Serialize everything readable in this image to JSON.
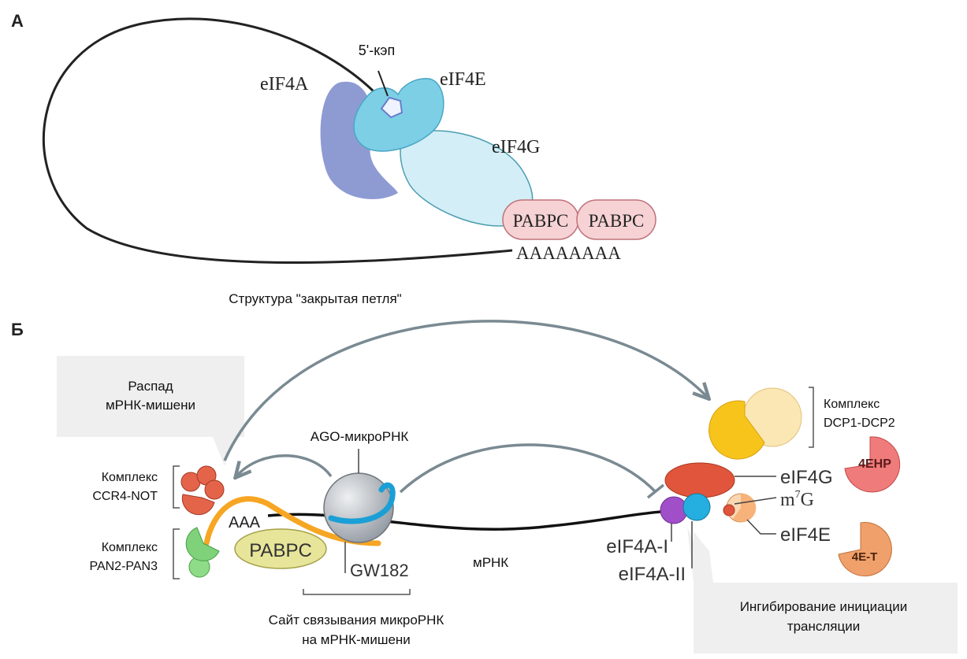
{
  "panel_a": {
    "letter": "А",
    "cap_label": "5'-кэп",
    "eif4a": "eIF4A",
    "eif4e": "eIF4E",
    "eif4g": "eIF4G",
    "pabpc_1": "PABPC",
    "pabpc_2": "PABPC",
    "polya": "AAAAAAAA",
    "caption": "Структура \"закрытая петля\""
  },
  "panel_b": {
    "letter": "Б",
    "decay_line1": "Распад",
    "decay_line2": "мРНК-мишени",
    "ago_label": "AGO-микроРНК",
    "ccr4_line1": "Комплекс",
    "ccr4_line2": "CCR4-NOT",
    "pan_line1": "Комплекс",
    "pan_line2": "PAN2-PAN3",
    "aaa": "AAA",
    "pabpc": "PABPC",
    "gw182": "GW182",
    "mrna": "мРНК",
    "site_line1": "Сайт связывания микроРНК",
    "site_line2": "на мРНК-мишени",
    "dcp_line1": "Комплекс",
    "dcp_line2": "DCP1-DCP2",
    "eif4g": "eIF4G",
    "m7g_base": "m",
    "m7g_sup": "7",
    "m7g_tail": "G",
    "eif4e": "eIF4E",
    "eif4a1": "eIF4A-I",
    "eif4a2": "eIF4A-II",
    "ehp": "4EHP",
    "et": "4E-T",
    "inhib_line1": "Ингибирование инициации",
    "inhib_line2": "трансляции"
  },
  "colors": {
    "eif4a": "#8e9bd3",
    "eif4e": "#7dcfe6",
    "eif4g_a": "#d3eef6",
    "pabpc_a": "#f6d2d4",
    "ccr4": "#e4644a",
    "pan": "#7fd17a",
    "ago": "#b9bfc6",
    "mirna": "#1a9fd6",
    "gw182": "#f6a623",
    "pabpc_b": "#e7e59a",
    "dcp": "#f7c41c",
    "eif4g_b": "#e0553c",
    "eif4a1": "#a04fc9",
    "eif4a2": "#25aee0",
    "eif4e_b": "#f7b27a",
    "ehp": "#f07b7b",
    "et": "#f0a06a",
    "callout": "#efefef",
    "arrow": "#7a8a92"
  }
}
